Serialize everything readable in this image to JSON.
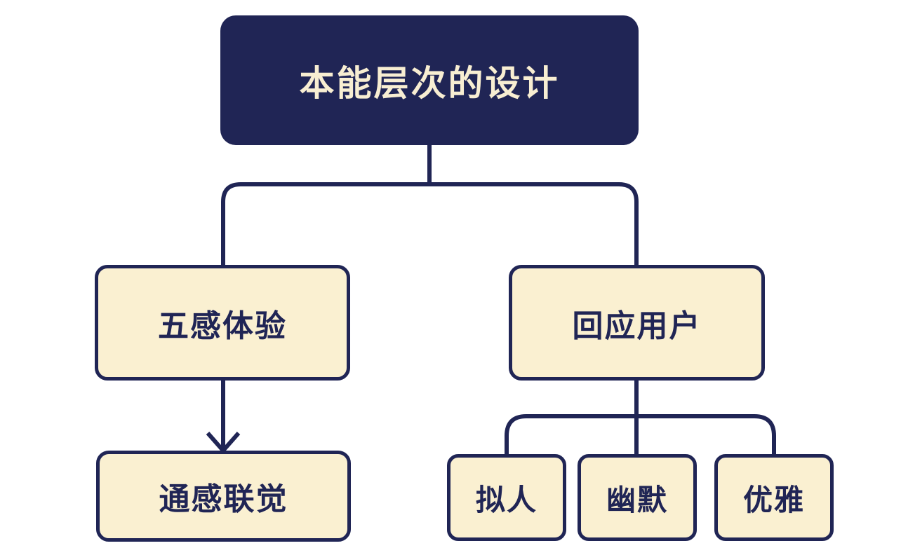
{
  "diagram": {
    "type": "mindmap-tree",
    "background": "#ffffff",
    "colors": {
      "navy": "#202555",
      "cream": "#faf0d1",
      "root_text": "#f8eed2"
    },
    "nodes": {
      "root": "本能层次的设计",
      "five_senses": "五感体验",
      "respond_to_user": "回应用户",
      "synesthesia": "通感联觉",
      "anthropomorphic": "拟人",
      "humor": "幽默",
      "elegant": "优雅"
    },
    "edges": [
      {
        "from": "root",
        "to": "five_senses",
        "style": "elbow"
      },
      {
        "from": "root",
        "to": "respond_to_user",
        "style": "elbow"
      },
      {
        "from": "five_senses",
        "to": "synesthesia",
        "style": "arrow"
      },
      {
        "from": "respond_to_user",
        "to": "anthropomorphic",
        "style": "elbow"
      },
      {
        "from": "respond_to_user",
        "to": "humor",
        "style": "straight"
      },
      {
        "from": "respond_to_user",
        "to": "elegant",
        "style": "elbow"
      }
    ]
  }
}
